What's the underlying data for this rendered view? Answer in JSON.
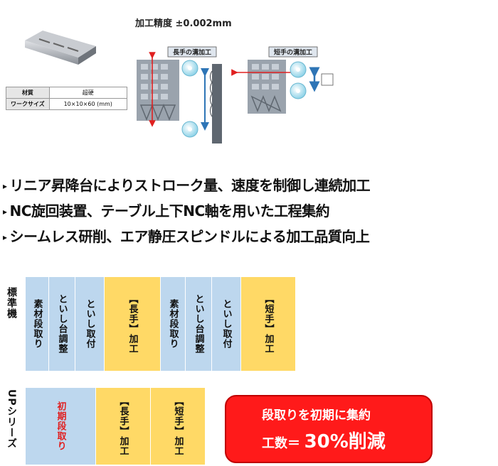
{
  "precision_label": "加工精度 ±0.002mm",
  "spec_table": [
    {
      "key": "材質",
      "value": "超硬"
    },
    {
      "key": "ワークサイズ",
      "value": "10×10×60 (mm)"
    }
  ],
  "diagram": {
    "long_label": "長手の溝加工",
    "short_label": "短手の溝加工"
  },
  "bullets": [
    "リニア昇降台によりストローク量、速度を制御し連続加工",
    "NC旋回装置、テーブル上下NC軸を用いた工程集約",
    "シームレス研削、エア静圧スピンドルによる加工品質向上"
  ],
  "process": {
    "standard_label": "標準機",
    "up_label": "UPシリーズ",
    "standard_steps": [
      "素材段取り",
      "といし台調整",
      "といし取付",
      "【長手】加工",
      "素材段取り",
      "といし台調整",
      "といし取付",
      "【短手】加工"
    ],
    "up_steps": [
      "初期段取り",
      "【長手】加工",
      "【短手】加工"
    ]
  },
  "callout": {
    "line1": "段取りを初期に集約",
    "line2_prefix": "工数＝",
    "line2_value": "30%削減"
  },
  "colors": {
    "step_blue": "#bdd7ee",
    "step_yellow": "#ffd966",
    "accent_red": "#ff1a1a",
    "arrow_red": "#e02020",
    "arrow_blue": "#2e75b6"
  }
}
